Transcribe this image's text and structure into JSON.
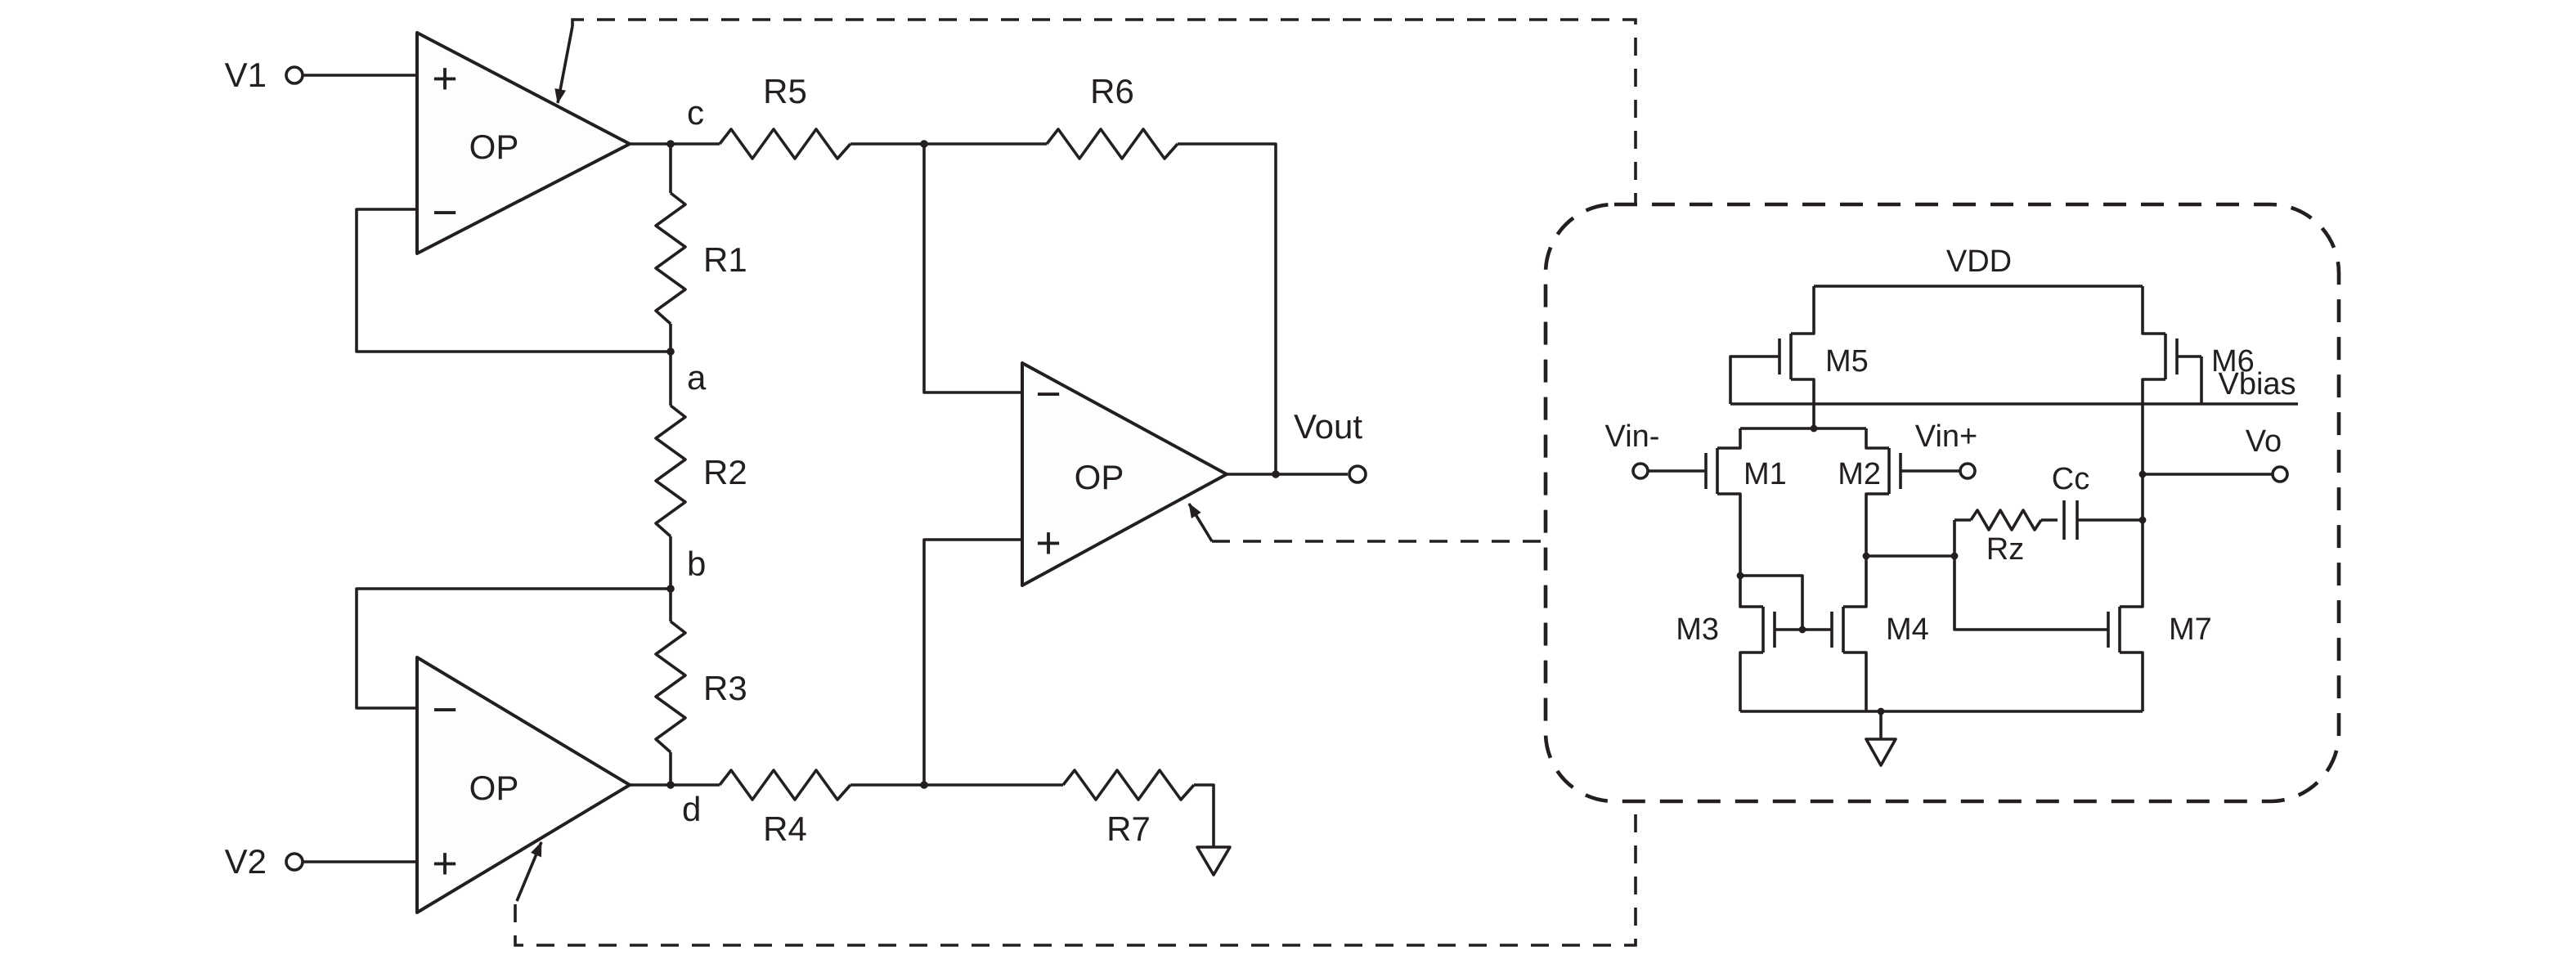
{
  "figure": {
    "main": {
      "inputs": {
        "v1": "V1",
        "v2": "V2"
      },
      "output_label": "Vout",
      "opamps": [
        "OP",
        "OP",
        "OP"
      ],
      "polarity": {
        "plus": "+",
        "minus": "−"
      },
      "resistors": {
        "r1": "R1",
        "r2": "R2",
        "r3": "R3",
        "r4": "R4",
        "r5": "R5",
        "r6": "R6",
        "r7": "R7"
      },
      "nodes": {
        "a": "a",
        "b": "b",
        "c": "c",
        "d": "d"
      }
    },
    "inset": {
      "supply_label": "VDD",
      "bias_label": "Vbias",
      "input_minus_label": "Vin-",
      "input_plus_label": "Vin+",
      "output_label": "Vo",
      "transistors": {
        "m1": "M1",
        "m2": "M2",
        "m3": "M3",
        "m4": "M4",
        "m5": "M5",
        "m6": "M6",
        "m7": "M7"
      },
      "compensation": {
        "cc": "Cc",
        "rz": "Rz"
      }
    },
    "colors": {
      "stroke": "#231f20",
      "background": "#ffffff"
    }
  }
}
